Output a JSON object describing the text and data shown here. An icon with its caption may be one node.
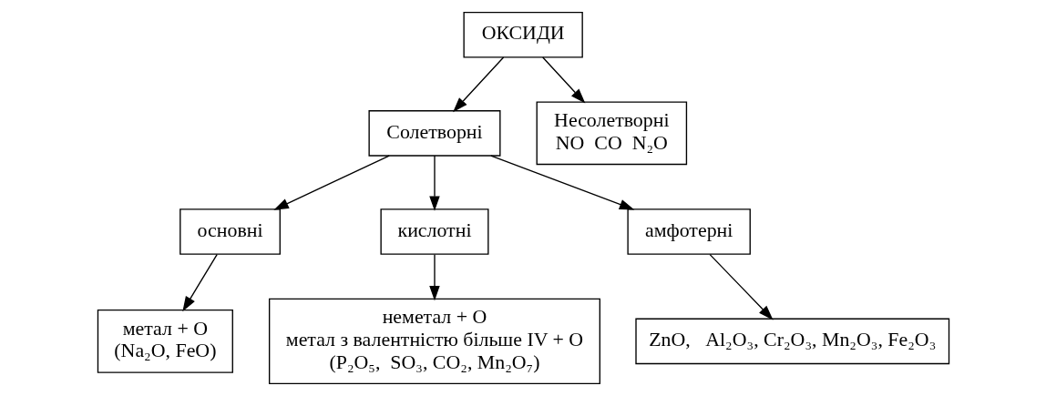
{
  "diagram": {
    "nodes": [
      {
        "text": [
          "ОКСИДИ"
        ]
      },
      {
        "text": [
          "Солетворні"
        ]
      },
      {
        "text": [
          "Несолетворні",
          "NO  CO  N₂O"
        ]
      },
      {
        "text": [
          "основні"
        ]
      },
      {
        "text": [
          "кислотні"
        ]
      },
      {
        "text": [
          "амфотерні"
        ]
      },
      {
        "text": [
          "метал + O",
          "(Na₂O, FeO)"
        ]
      },
      {
        "text": [
          "неметал + O",
          "метал з валентністю більше IV + O",
          "(P₂O₅,  SO₃, CO₂, Mn₂O₇)"
        ]
      },
      {
        "text": [
          "ZnO,   Al₂O₃, Cr₂O₃, Mn₂O₃, Fe₂O₃"
        ]
      }
    ],
    "edges": [
      {
        "from": 0,
        "to": 1,
        "arrow": "to"
      },
      {
        "from": 0,
        "to": 2,
        "arrow": "to"
      },
      {
        "from": 1,
        "to": 3,
        "arrow": "to"
      },
      {
        "from": 1,
        "to": 4,
        "arrow": "to"
      },
      {
        "from": 1,
        "to": 5,
        "arrow": "to"
      },
      {
        "from": 3,
        "to": 6,
        "arrow": "to"
      },
      {
        "from": 4,
        "to": 7,
        "arrow": "to"
      },
      {
        "from": 5,
        "to": 8,
        "arrow": "to"
      }
    ]
  }
}
